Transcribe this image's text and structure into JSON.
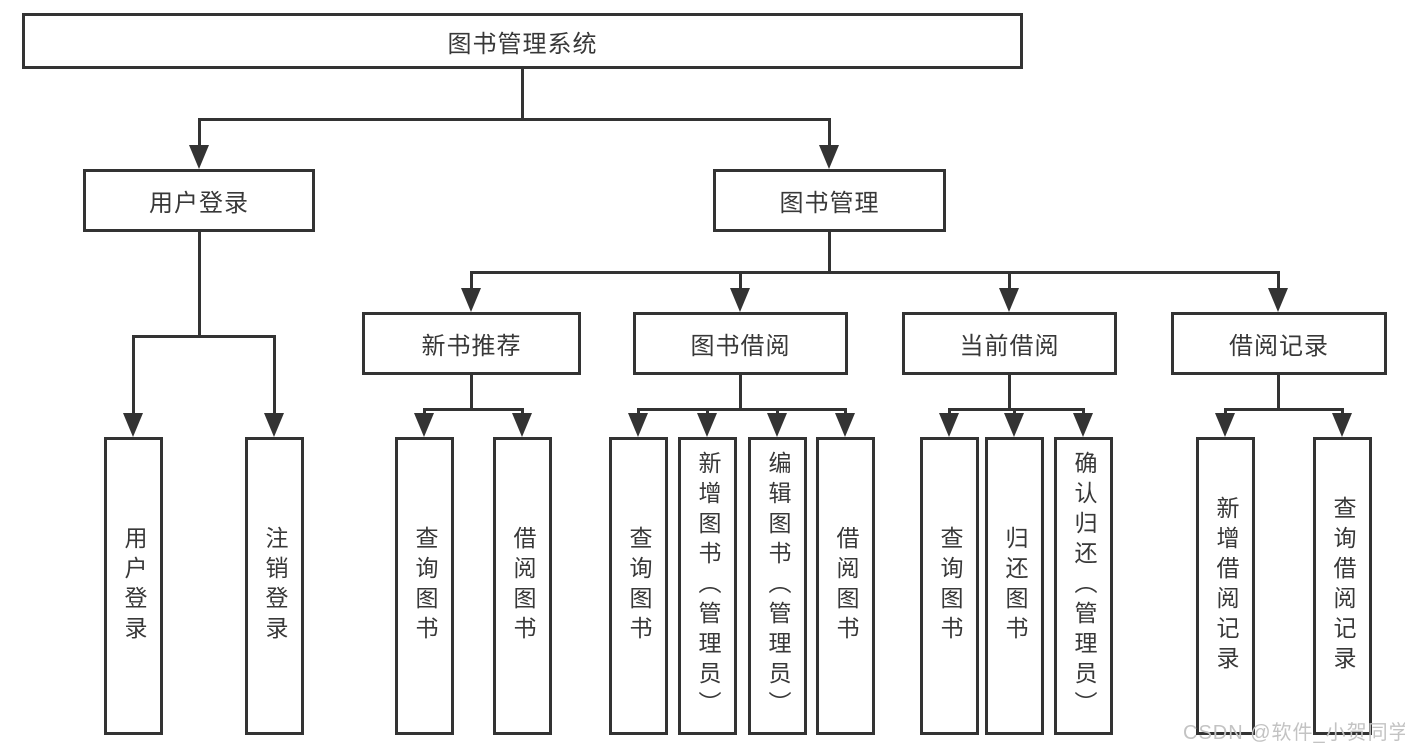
{
  "diagram_type": "functional-structure-tree",
  "tree": {
    "label": "图书管理系统",
    "children": [
      {
        "label": "用户登录",
        "children": [
          {
            "label": "用户登录"
          },
          {
            "label": "注销登录"
          }
        ]
      },
      {
        "label": "图书管理",
        "children": [
          {
            "label": "新书推荐",
            "children": [
              {
                "label": "查询图书"
              },
              {
                "label": "借阅图书"
              }
            ]
          },
          {
            "label": "图书借阅",
            "children": [
              {
                "label": "查询图书"
              },
              {
                "label": "新增图书（管理员）"
              },
              {
                "label": "编辑图书（管理员）"
              },
              {
                "label": "借阅图书"
              }
            ]
          },
          {
            "label": "当前借阅",
            "children": [
              {
                "label": "查询图书"
              },
              {
                "label": "归还图书"
              },
              {
                "label": "确认归还（管理员）"
              }
            ]
          },
          {
            "label": "借阅记录",
            "children": [
              {
                "label": "新增借阅记录"
              },
              {
                "label": "查询借阅记录"
              }
            ]
          }
        ]
      }
    ]
  },
  "watermark": {
    "text": "CSDN @软件_小贺同学"
  },
  "colors": {
    "line": "#333333",
    "box_border": "#333333",
    "box_fill": "#ffffff",
    "text": "#383838",
    "watermark": "#c3c3c3",
    "background": "#ffffff"
  }
}
